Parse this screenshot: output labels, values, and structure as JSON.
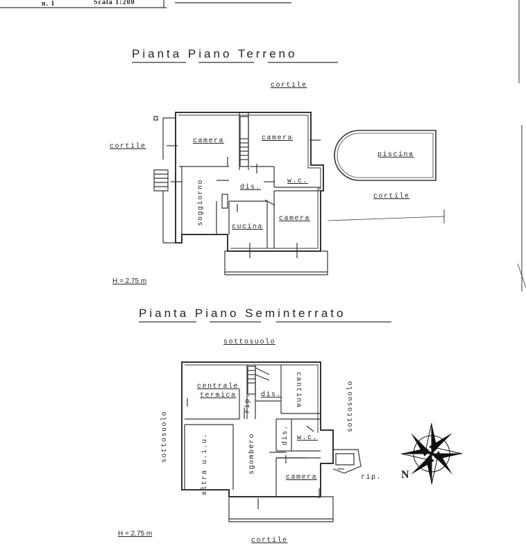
{
  "header": {
    "sheet_number": "n. 1",
    "scale": "Scala 1:200"
  },
  "ground_floor": {
    "title": "Pianta Piano Terreno",
    "height_note": "H = 2.75 m",
    "surroundings": {
      "top": "cortile",
      "left": "cortile",
      "right": "cortile"
    },
    "rooms": [
      "camera",
      "camera",
      "piscina",
      "w.c.",
      "dis.",
      "soggiorno",
      "cucina",
      "camera"
    ]
  },
  "basement": {
    "title": "Pianta Piano Seminterrato",
    "height_note": "H = 2.75 m",
    "surroundings": {
      "top": "sottosuolo",
      "left": "sottosuolo",
      "right": "sottosuolo",
      "bottom": "cortile"
    },
    "rooms": [
      "centrale",
      "termica",
      "rip.",
      "dis.",
      "cantina",
      "altra u.i.u.",
      "sgombero",
      "dis.",
      "w.c.",
      "camera",
      "rip."
    ]
  },
  "compass": {
    "north_label": "N"
  }
}
